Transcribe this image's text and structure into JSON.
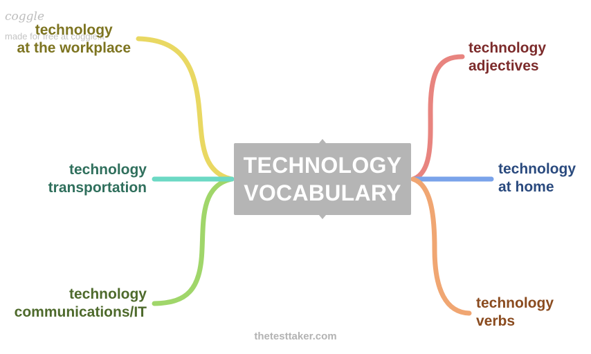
{
  "watermark": {
    "logo": "coggle",
    "note": "made for free at coggle.it"
  },
  "central": {
    "line1": "TECHNOLOGY",
    "line2": "VOCABULARY",
    "color": "#b5b5b5"
  },
  "nodes": {
    "workplace": {
      "line1": "technology",
      "line2": "at the workplace",
      "text_color": "#7d7420",
      "branch_color": "#e9d862"
    },
    "transportation": {
      "line1": "technology",
      "line2": "transportation",
      "text_color": "#2f6f5c",
      "branch_color": "#6cd9c4"
    },
    "communications": {
      "line1": "technology",
      "line2": "communications/IT",
      "text_color": "#4e6a2c",
      "branch_color": "#a0d66a"
    },
    "adjectives": {
      "line1": "technology",
      "line2": "adjectives",
      "text_color": "#7c2b2b",
      "branch_color": "#e8847f"
    },
    "home": {
      "line1": "technology",
      "line2": "at home",
      "text_color": "#2a4a7e",
      "branch_color": "#7aa3ea"
    },
    "verbs": {
      "line1": "technology",
      "line2": "verbs",
      "text_color": "#8a4b1f",
      "branch_color": "#f0a672"
    }
  },
  "footer": "thetesttaker.com"
}
